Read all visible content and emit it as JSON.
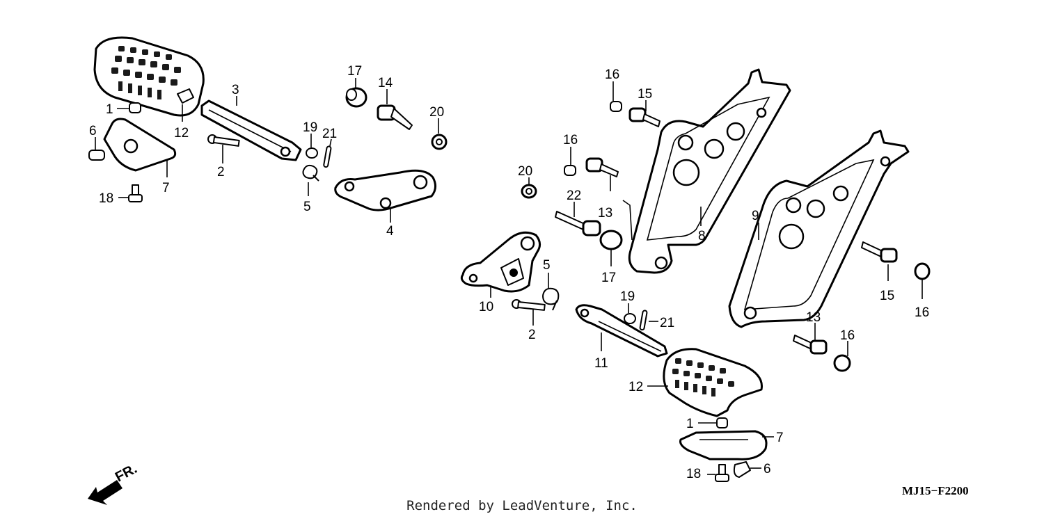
{
  "diagram": {
    "reference_code": "MJ15−F2200",
    "direction_label": "FR.",
    "credit": "Rendered by LeadVenture, Inc.",
    "callouts": {
      "c1a": "1",
      "c2a": "2",
      "c3": "3",
      "c4": "4",
      "c5a": "5",
      "c6a": "6",
      "c7a": "7",
      "c12a": "12",
      "c14": "14",
      "c17a": "17",
      "c18a": "18",
      "c19a": "19",
      "c20a": "20",
      "c21a": "21",
      "c16a": "16",
      "c15a": "15",
      "c16b": "16",
      "c20b": "20",
      "c22": "22",
      "c13a": "13",
      "c17b": "17",
      "c8": "8",
      "c9": "9",
      "c10": "10",
      "c5b": "5",
      "c2b": "2",
      "c19b": "19",
      "c21b": "21",
      "c11": "11",
      "c15b": "15",
      "c16c": "16",
      "c13b": "13",
      "c16d": "16",
      "c12b": "12",
      "c1b": "1",
      "c7b": "7",
      "c18b": "18",
      "c6b": "6"
    }
  }
}
